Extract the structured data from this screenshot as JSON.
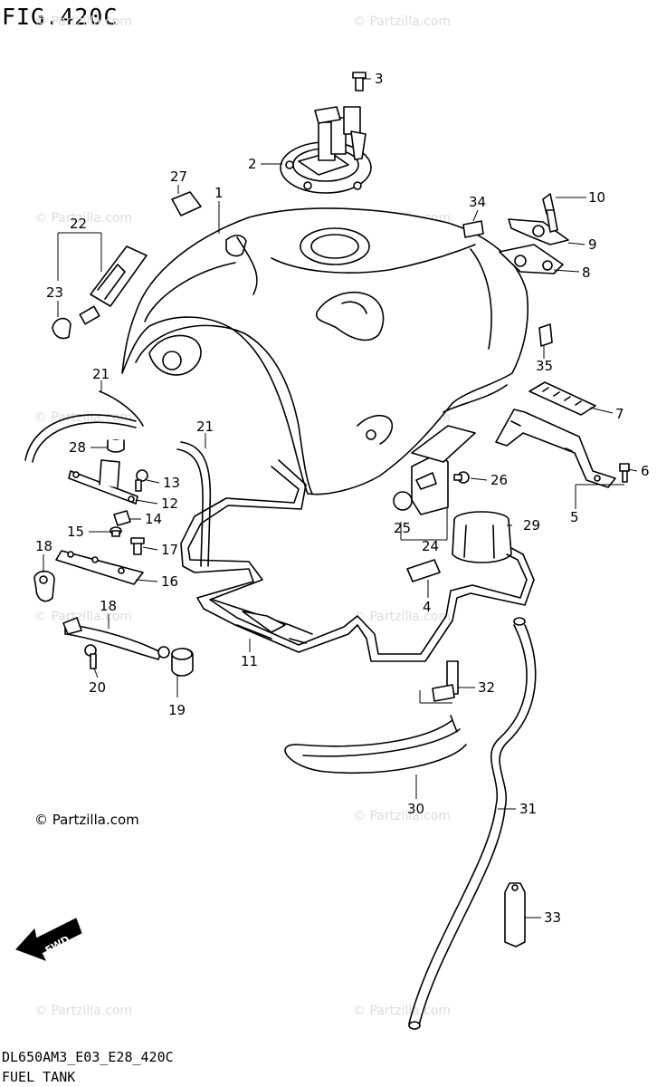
{
  "figure": {
    "title": "FIG.420C",
    "model_code": "DL650AM3_E03_E28_420C",
    "description": "FUEL TANK"
  },
  "copyright": "© Partzilla.com",
  "watermark": "© Partzilla.com",
  "fwd_label": "FWD",
  "callouts": {
    "c1": "1",
    "c2": "2",
    "c3": "3",
    "c4": "4",
    "c5": "5",
    "c6": "6",
    "c7": "7",
    "c8": "8",
    "c9": "9",
    "c10": "10",
    "c11": "11",
    "c12": "12",
    "c13": "13",
    "c14": "14",
    "c15": "15",
    "c16": "16",
    "c17": "17",
    "c18a": "18",
    "c18b": "18",
    "c19": "19",
    "c20": "20",
    "c21a": "21",
    "c21b": "21",
    "c22": "22",
    "c23": "23",
    "c24": "24",
    "c25": "25",
    "c26": "26",
    "c27": "27",
    "c28": "28",
    "c29": "29",
    "c30": "30",
    "c31": "31",
    "c32": "32",
    "c33": "33",
    "c34": "34",
    "c35": "35"
  },
  "colors": {
    "line": "#000000",
    "watermark": "#dcdcdc",
    "background": "#ffffff"
  }
}
